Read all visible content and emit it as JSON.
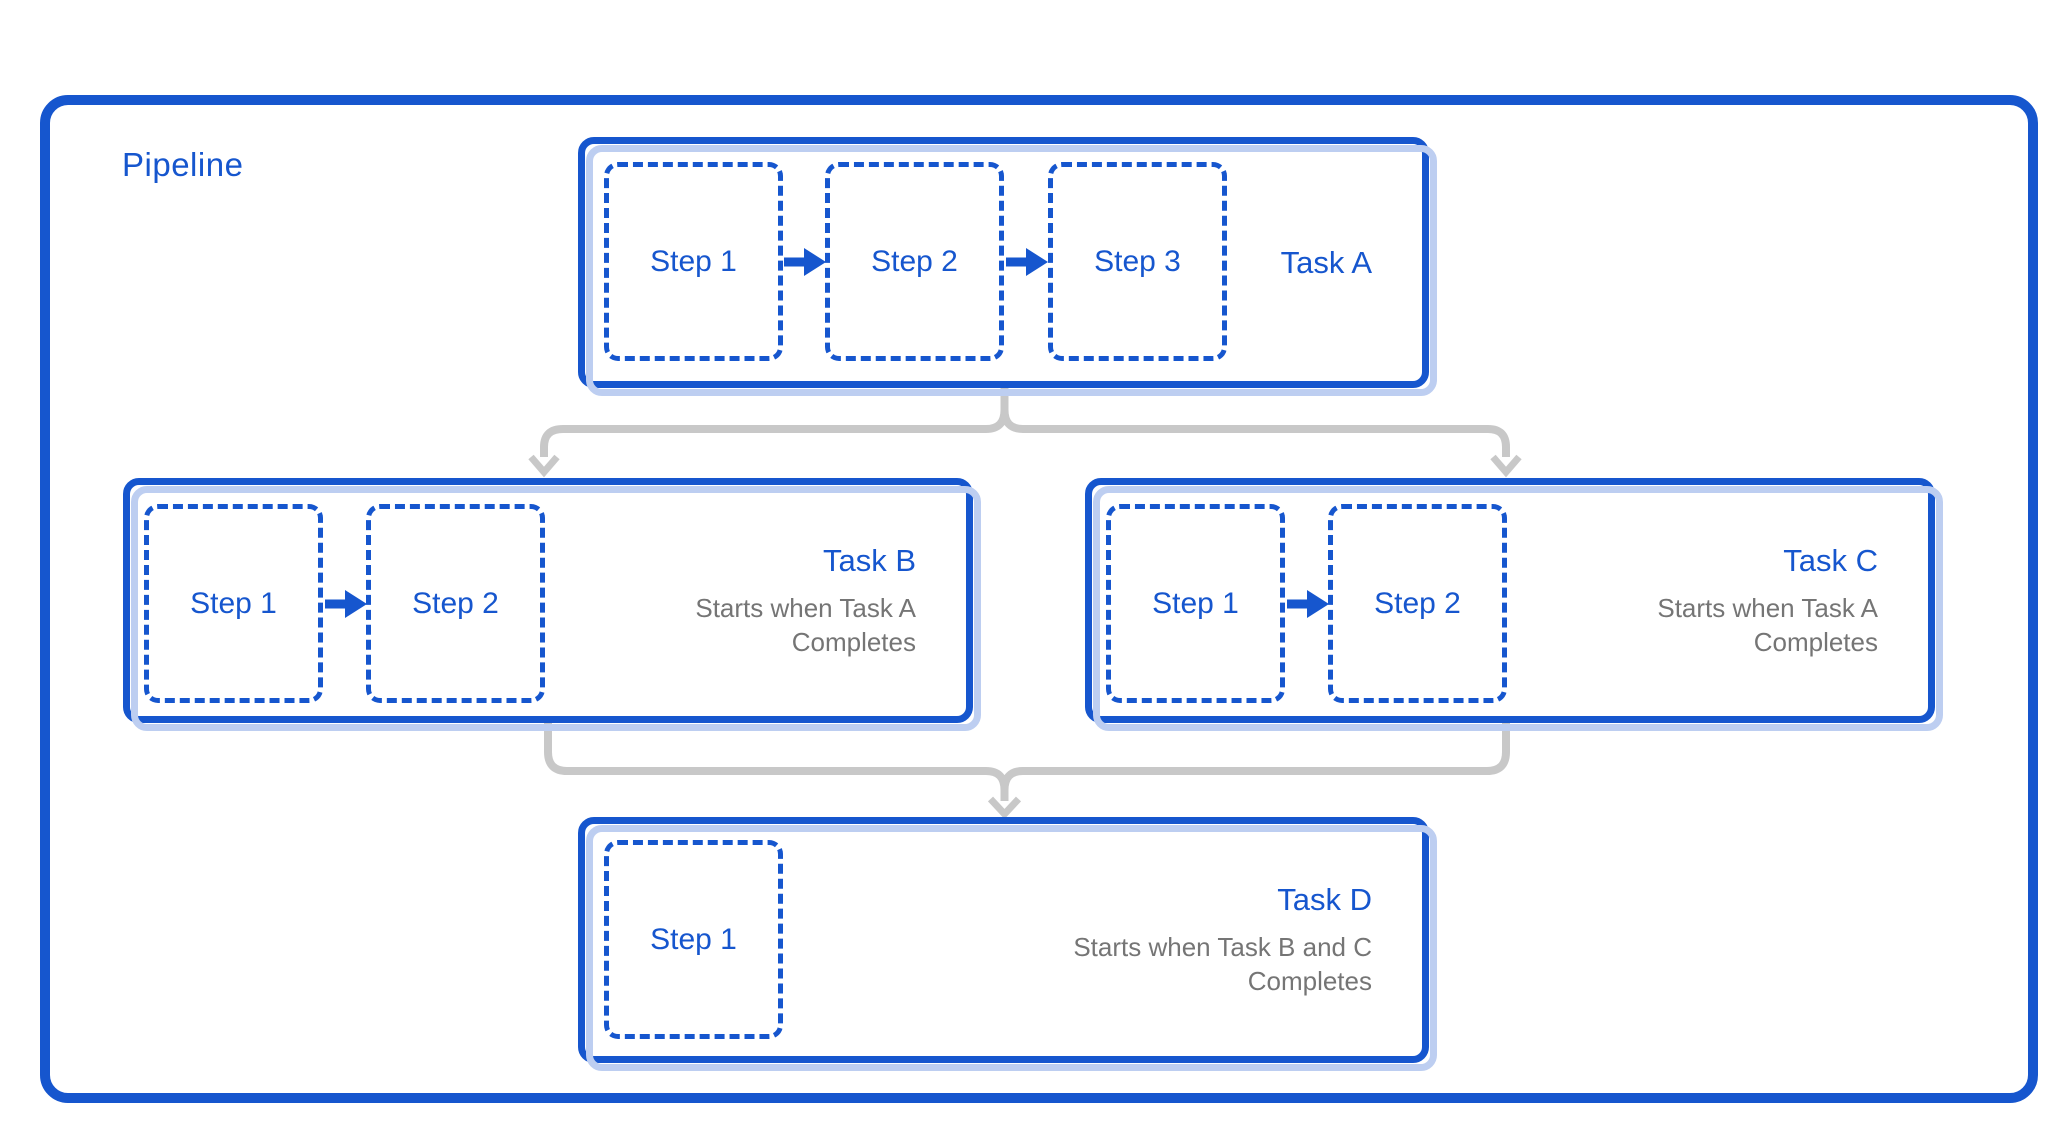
{
  "diagram_title": "Pipeline",
  "colors": {
    "blue": "#1656CE",
    "lightblue": "#BDCEF1",
    "graytext": "#757575",
    "connector": "#C8C8C8"
  },
  "icons": {
    "step_arrow": "arrow-right-icon",
    "flow_arrowhead": "arrowhead-down-icon"
  },
  "tasks": [
    {
      "id": "task-a",
      "title": "Task A",
      "steps": [
        "Step 1",
        "Step 2",
        "Step 3"
      ],
      "subtitle_lines": []
    },
    {
      "id": "task-b",
      "title": "Task B",
      "steps": [
        "Step 1",
        "Step 2"
      ],
      "subtitle_lines": [
        "Starts when Task A",
        "Completes"
      ]
    },
    {
      "id": "task-c",
      "title": "Task C",
      "steps": [
        "Step 1",
        "Step 2"
      ],
      "subtitle_lines": [
        "Starts when Task A",
        "Completes"
      ]
    },
    {
      "id": "task-d",
      "title": "Task D",
      "steps": [
        "Step 1"
      ],
      "subtitle_lines": [
        "Starts when Task B and C",
        "Completes"
      ]
    }
  ],
  "connections": [
    {
      "from": "Task A",
      "to": "Task B"
    },
    {
      "from": "Task A",
      "to": "Task C"
    },
    {
      "from": "Task B",
      "to": "Task D"
    },
    {
      "from": "Task C",
      "to": "Task D"
    }
  ]
}
